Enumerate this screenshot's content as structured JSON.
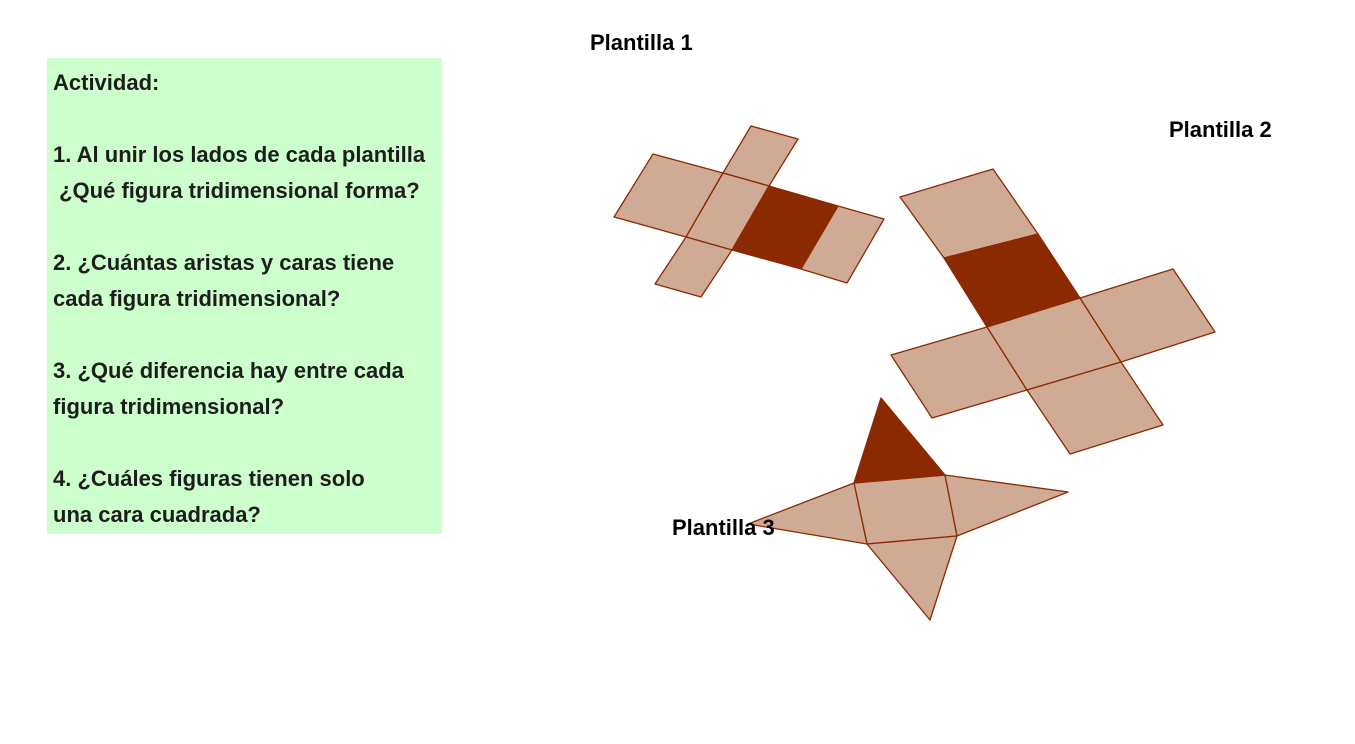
{
  "activity": {
    "background": "#ccffcc",
    "lines": [
      "Actividad:",
      "",
      "1. Al unir los lados de cada plantilla",
      " ¿Qué figura tridimensional forma?",
      "",
      "2. ¿Cuántas aristas y caras tiene",
      "cada figura tridimensional?",
      "",
      "3. ¿Qué diferencia hay entre cada",
      "figura tridimensional?",
      "",
      "4. ¿Cuáles figuras tienen solo",
      "una cara cuadrada?"
    ]
  },
  "templates": [
    {
      "label": "Plantilla 1"
    },
    {
      "label": "Plantilla 2"
    },
    {
      "label": "Plantilla 3"
    }
  ],
  "colors": {
    "face_fill": "#cfab96",
    "face_highlight": "#8b2a00",
    "edge": "#8b2a00",
    "label_text": "#000000"
  }
}
